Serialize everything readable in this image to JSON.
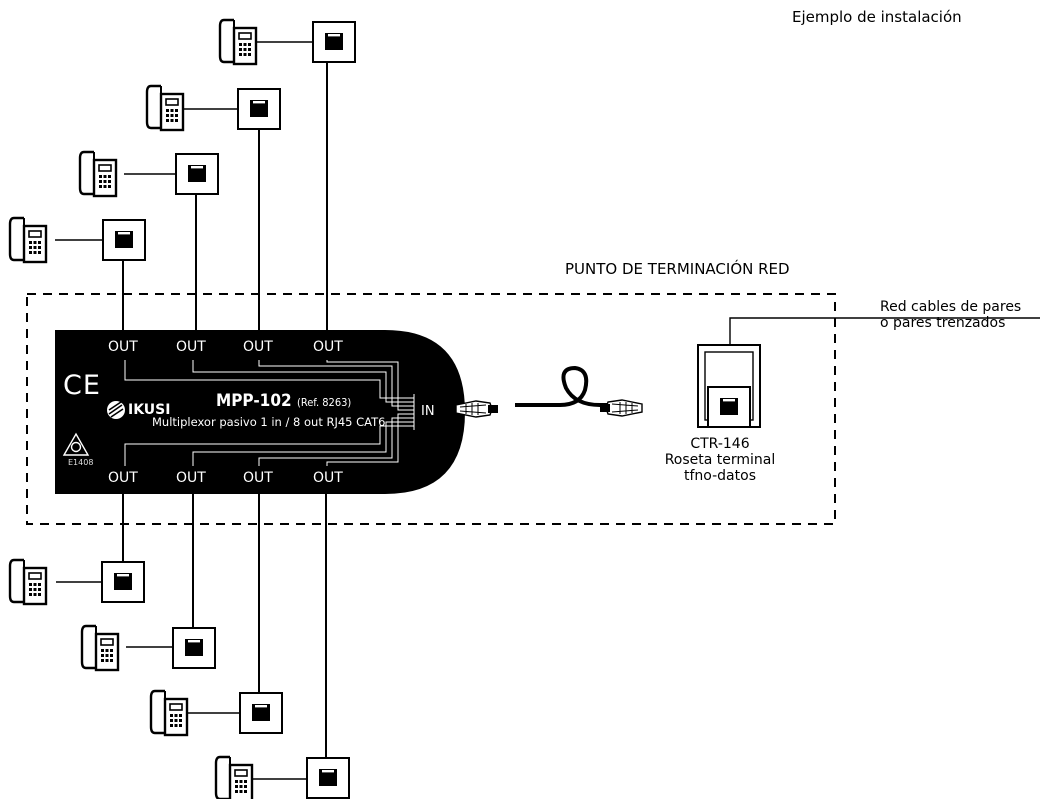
{
  "header": {
    "title": "Ejemplo de instalación"
  },
  "network_point": {
    "label": "PUNTO DE TERMINACIÓN RED"
  },
  "network_cable": {
    "line1": "Red cables de pares",
    "line2": "o pares trenzados"
  },
  "device": {
    "ce_mark": "CE",
    "brand": "IKUSI",
    "model": "MPP-102",
    "ref": "(Ref. 8263)",
    "description": "Multiplexor pasivo 1 in / 8 out RJ45 CAT6",
    "cert_code": "E1408",
    "in_label": "IN",
    "out_labels_top": [
      "OUT",
      "OUT",
      "OUT",
      "OUT"
    ],
    "out_labels_bottom": [
      "OUT",
      "OUT",
      "OUT",
      "OUT"
    ]
  },
  "rosette": {
    "line1": "CTR-146",
    "line2": "Roseta terminal",
    "line3": "tfno-datos"
  },
  "icons": [
    "phone-icon",
    "rj45-socket-icon",
    "rj45-plug-icon",
    "ce-mark-icon",
    "ikusi-logo-icon",
    "certification-mark-icon"
  ]
}
